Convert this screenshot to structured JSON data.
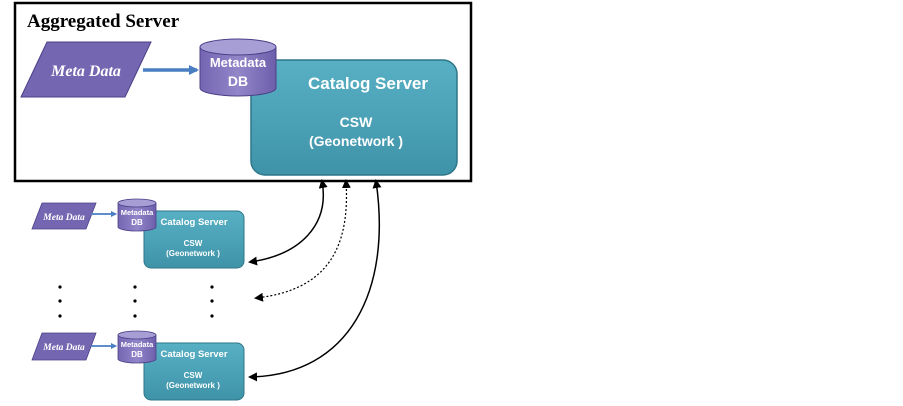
{
  "aggregated_server": {
    "title": "Aggregated Server",
    "meta_data_label": "Meta Data",
    "metadata_db_line1": "Metadata",
    "metadata_db_line2": "DB",
    "catalog_server_title": "Catalog Server",
    "csw_line1": "CSW",
    "csw_line2": "(Geonetwork )"
  },
  "node_top": {
    "meta_data_label": "Meta Data",
    "metadata_db_line1": "Metadata",
    "metadata_db_line2": "DB",
    "catalog_server_title": "Catalog Server",
    "csw_line1": "CSW",
    "csw_line2": "(Geonetwork )"
  },
  "node_bottom": {
    "meta_data_label": "Meta Data",
    "metadata_db_line1": "Metadata",
    "metadata_db_line2": "DB",
    "catalog_server_title": "Catalog Server",
    "csw_line1": "CSW",
    "csw_line2": "(Geonetwork )"
  },
  "colors": {
    "parallelogram": "#7466b0",
    "cylinder": "#8475bf",
    "catalog": "#4aa0b4",
    "arrow_blue": "#4a7ec2",
    "frame": "#000000"
  }
}
